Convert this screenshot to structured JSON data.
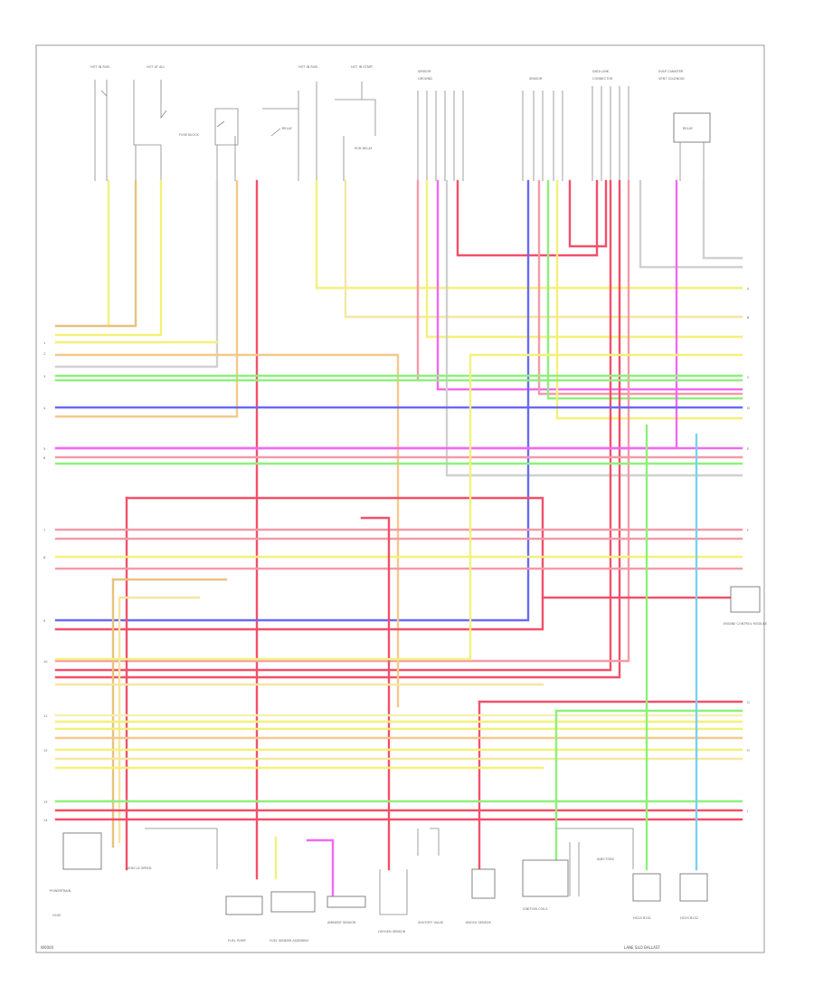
{
  "footer": {
    "left": "W0000",
    "right": "LANE SILO BALLAST"
  },
  "palette": {
    "yellow": "#f4f07a",
    "red": "#f2506a",
    "pink": "#f39aa8",
    "orange": "#f5c88a",
    "green": "#8ef07a",
    "blue": "#6a6af2",
    "magenta": "#f06af0",
    "lightyellow": "#f6f0b4",
    "gray": "#b4b4b4",
    "cyan": "#7ad0f0"
  },
  "components": {
    "ecu_right": "ENGINE CONTROL MODULE",
    "fuel_pump": "FUEL PUMP",
    "fuel_sender": "FUEL SENDER ASSEMBLY",
    "ambient_sensor": "AMBIENT SENSOR",
    "oxygen_sensor": "OXYGEN SENSOR",
    "knock_sensor": "KNOCK SENSOR",
    "ign_coils": "IGNITION COILS",
    "ground_left": "G100",
    "relay_top": "RELAY"
  }
}
